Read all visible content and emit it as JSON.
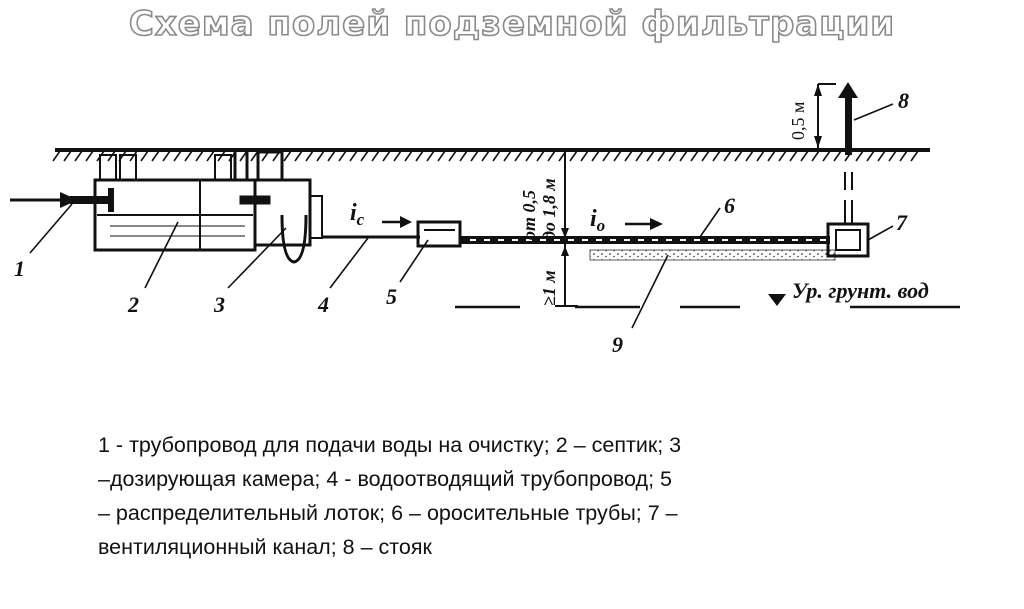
{
  "title": "Схема полей подземной фильтрации",
  "diagram": {
    "callouts": [
      "1",
      "2",
      "3",
      "4",
      "5",
      "6",
      "7",
      "8",
      "9"
    ],
    "slope_supply": "i",
    "slope_supply_sub": "c",
    "slope_field": "i",
    "slope_field_sub": "o",
    "riser_height": "0,5 м",
    "depth_from": "от 0,5",
    "depth_to": "до 1,8 м",
    "groundwater_clearance": "≥1 м",
    "groundwater_label": "Ур. грунт. вод"
  },
  "caption": {
    "lines": [
      "1 - трубопровод для подачи воды на очистку; 2 – септик; 3",
      "–дозирующая камера; 4 - водоотводящий трубопровод; 5",
      "– распределительный лоток; 6 – оросительные трубы; 7 –",
      "вентиляционный канал; 8 – стояк"
    ]
  }
}
